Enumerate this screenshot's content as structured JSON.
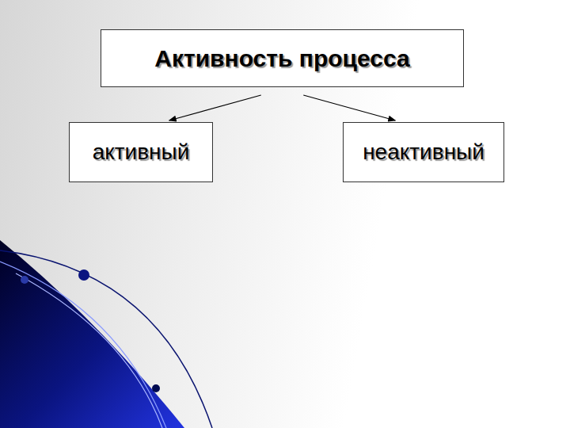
{
  "diagram": {
    "nodes": [
      {
        "text": [
          "Активность процесса"
        ]
      },
      {
        "text": [
          "активный"
        ]
      },
      {
        "text": [
          "неактивный"
        ]
      }
    ],
    "edges": [
      {
        "from": 0,
        "to": 1,
        "arrow": "to"
      },
      {
        "from": 0,
        "to": 2,
        "arrow": "to"
      }
    ]
  }
}
